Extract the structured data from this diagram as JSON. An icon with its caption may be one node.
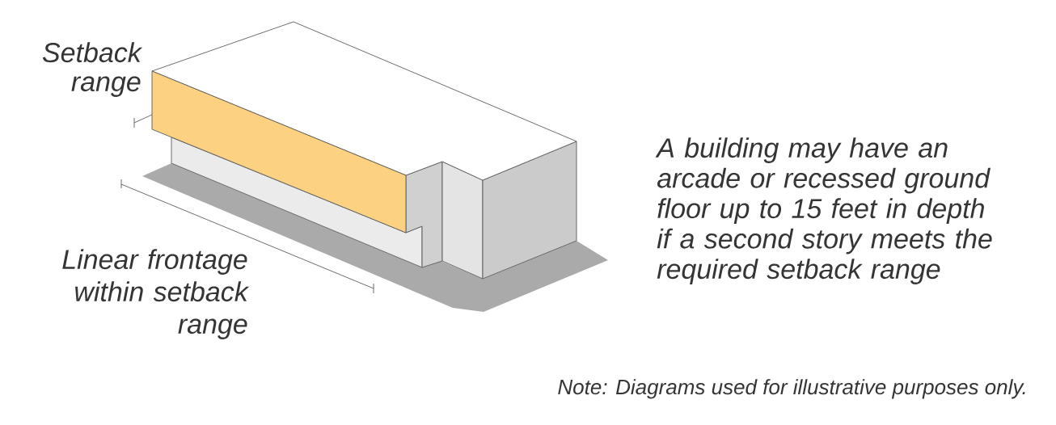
{
  "diagram": {
    "labels": [
      "Setback range",
      "Linear frontage within setback range",
      "A building may have an arcade or recessed ground floor up to 15 feet in depth if a second story meets the required setback range",
      "Note: Diagrams used for illustrative purposes only."
    ]
  }
}
